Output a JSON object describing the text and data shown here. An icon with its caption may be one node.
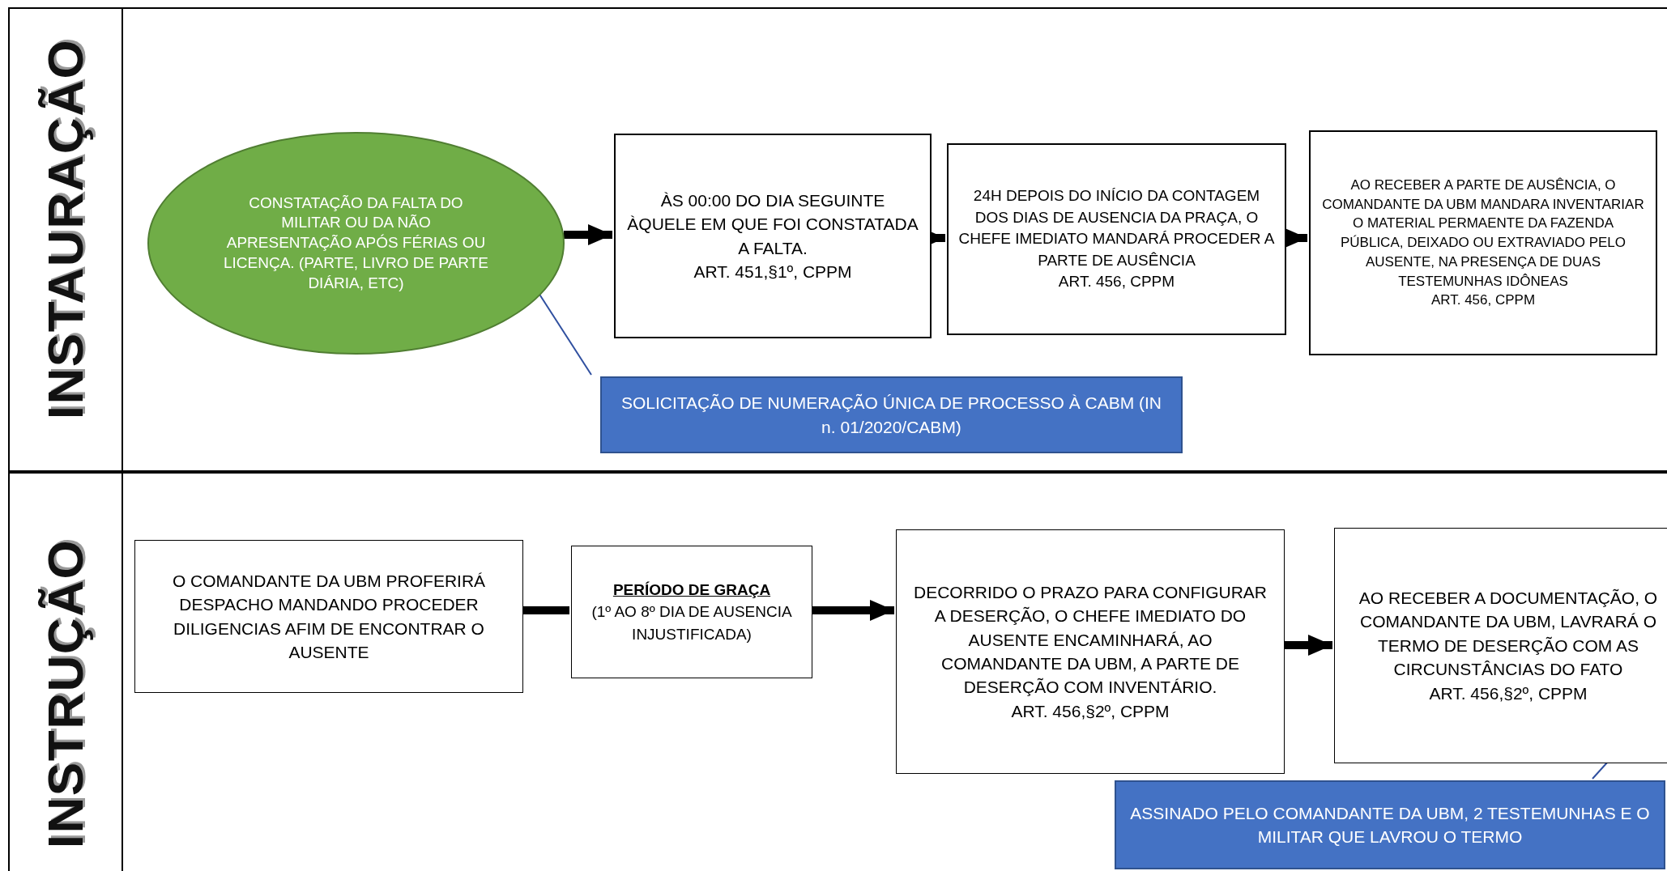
{
  "diagram": {
    "nodes": [
      {
        "text": [
          "INSTAURAÇÃO"
        ]
      },
      {
        "text": [
          "CONSTATAÇÃO DA FALTA DO MILITAR OU DA NÃO APRESENTAÇÃO APÓS FÉRIAS OU LICENÇA. (PARTE, LIVRO DE PARTE DIÁRIA, ETC)"
        ],
        "in": 0
      },
      {
        "text": [
          "ÀS 00:00 DO DIA SEGUINTE ÀQUELE EM QUE FOI CONSTATADA A FALTA.",
          "ART. 451,§1º, CPPM"
        ],
        "in": 0
      },
      {
        "text": [
          "24H DEPOIS DO INÍCIO DA CONTAGEM DOS DIAS DE AUSENCIA DA PRAÇA, O CHEFE IMEDIATO MANDARÁ PROCEDER A PARTE DE AUSÊNCIA",
          "ART. 456, CPPM"
        ],
        "in": 0
      },
      {
        "text": [
          "AO RECEBER A PARTE DE AUSÊNCIA, O COMANDANTE DA UBM MANDARA INVENTARIAR O MATERIAL PERMAENTE DA FAZENDA PÚBLICA, DEIXADO OU EXTRAVIADO PELO AUSENTE, NA PRESENÇA DE DUAS TESTEMUNHAS IDÔNEAS",
          "ART. 456, CPPM"
        ],
        "in": 0
      },
      {
        "text": [
          "SOLICITAÇÃO DE NUMERAÇÃO ÚNICA DE PROCESSO À CABM (IN n. 01/2020/CABM)"
        ],
        "in": 0
      },
      {
        "text": [
          "INSTRUÇÃO"
        ]
      },
      {
        "text": [
          "O COMANDANTE DA UBM PROFERIRÁ DESPACHO MANDANDO PROCEDER DILIGENCIAS AFIM DE ENCONTRAR O AUSENTE"
        ],
        "in": 6
      },
      {
        "text": [
          "PERÍODO DE GRAÇA",
          "(1º AO 8º DIA DE AUSENCIA INJUSTIFICADA)"
        ],
        "in": 6
      },
      {
        "text": [
          "DECORRIDO O PRAZO PARA CONFIGURAR A DESERÇÃO, O CHEFE IMEDIATO DO AUSENTE ENCAMINHARÁ, AO COMANDANTE DA UBM, A PARTE DE DESERÇÃO COM INVENTÁRIO.",
          "ART. 456,§2º, CPPM"
        ],
        "in": 6
      },
      {
        "text": [
          "AO RECEBER A DOCUMENTAÇÃO, O COMANDANTE DA UBM, LAVRARÁ O TERMO DE DESERÇÃO COM AS CIRCUNSTÂNCIAS DO FATO",
          "ART. 456,§2º, CPPM"
        ],
        "in": 6
      },
      {
        "text": [
          "ASSINADO PELO COMANDANTE DA UBM, 2 TESTEMUNHAS E O MILITAR QUE LAVROU O TERMO"
        ],
        "in": 6
      }
    ],
    "edges": [
      {
        "from": 1,
        "to": 2,
        "arrow": "to"
      },
      {
        "from": 2,
        "to": 3,
        "arrow": "to"
      },
      {
        "from": 3,
        "to": 4,
        "arrow": "to"
      },
      {
        "from": 5,
        "to": 1,
        "arrow": "none",
        "color": "#2f4f9f"
      },
      {
        "from": 7,
        "to": 8,
        "arrow": "none"
      },
      {
        "from": 8,
        "to": 9,
        "arrow": "to"
      },
      {
        "from": 9,
        "to": 10,
        "arrow": "to"
      },
      {
        "from": 11,
        "to": 10,
        "arrow": "none",
        "color": "#2f4f9f"
      }
    ]
  }
}
